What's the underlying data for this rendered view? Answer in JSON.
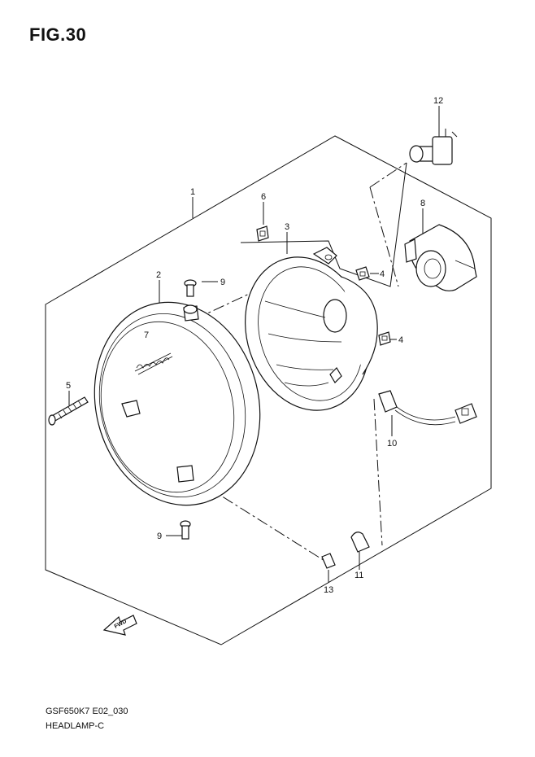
{
  "figure": {
    "title": "FIG.30"
  },
  "footer": {
    "model_code": "GSF650K7 E02_030",
    "section_name": "HEADLAMP-C"
  },
  "fwd_arrow": {
    "label": "FWD"
  },
  "parts": [
    {
      "id": "p1",
      "label": "1"
    },
    {
      "id": "p2",
      "label": "2"
    },
    {
      "id": "p3",
      "label": "3"
    },
    {
      "id": "p4a",
      "label": "4"
    },
    {
      "id": "p4b",
      "label": "4"
    },
    {
      "id": "p5",
      "label": "5"
    },
    {
      "id": "p6",
      "label": "6"
    },
    {
      "id": "p7",
      "label": "7"
    },
    {
      "id": "p8",
      "label": "8"
    },
    {
      "id": "p9a",
      "label": "9"
    },
    {
      "id": "p9b",
      "label": "9"
    },
    {
      "id": "p10",
      "label": "10"
    },
    {
      "id": "p11",
      "label": "11"
    },
    {
      "id": "p12",
      "label": "12"
    },
    {
      "id": "p13",
      "label": "13"
    }
  ]
}
